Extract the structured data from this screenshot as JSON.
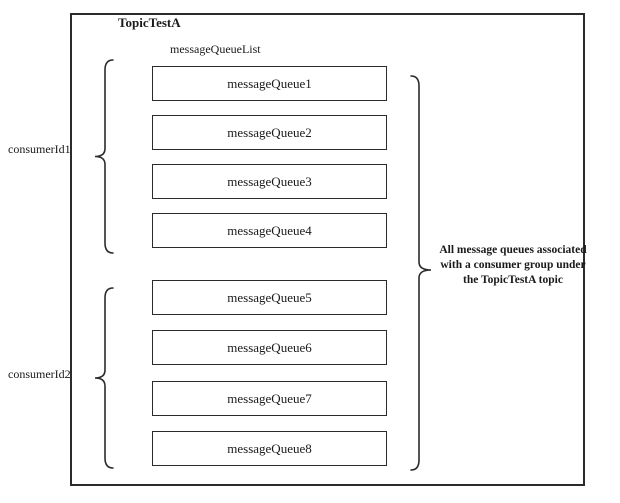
{
  "diagram": {
    "topic_title": "TopicTestA",
    "queue_list_label": "messageQueueList",
    "queues": [
      "messageQueue1",
      "messageQueue2",
      "messageQueue3",
      "messageQueue4",
      "messageQueue5",
      "messageQueue6",
      "messageQueue7",
      "messageQueue8"
    ],
    "consumer_groups": [
      {
        "label": "consumerId1",
        "queues": [
          "messageQueue1",
          "messageQueue2",
          "messageQueue3",
          "messageQueue4"
        ]
      },
      {
        "label": "consumerId2",
        "queues": [
          "messageQueue5",
          "messageQueue6",
          "messageQueue7",
          "messageQueue8"
        ]
      }
    ],
    "annotation": {
      "lines": [
        "All message queues associated",
        "with a consumer group under",
        "the TopicTestA topic"
      ]
    },
    "colors": {
      "line": "#2b2b2b",
      "text": "#1a1a1a",
      "background": "#ffffff"
    }
  }
}
